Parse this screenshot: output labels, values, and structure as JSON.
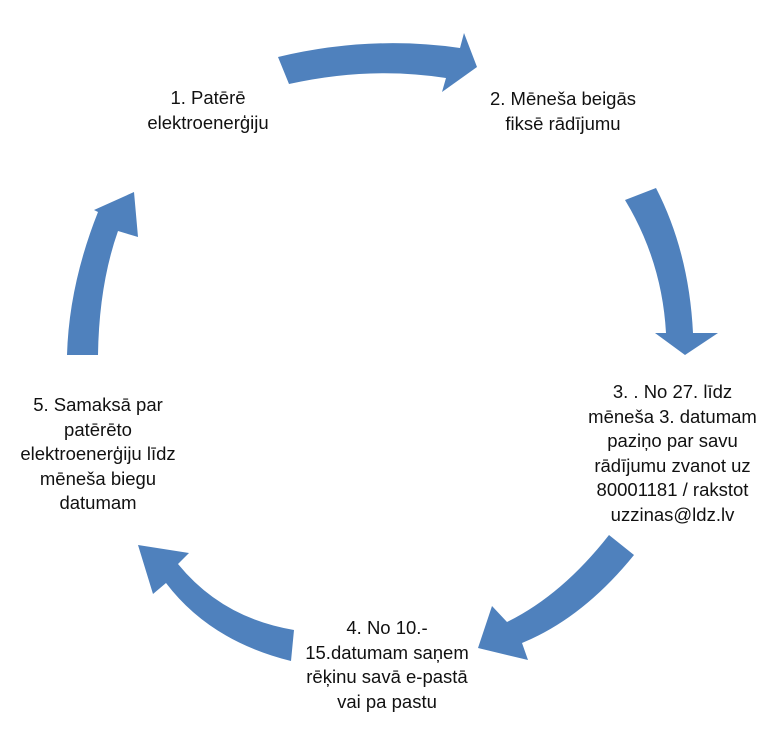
{
  "diagram": {
    "type": "cycle",
    "arrow_color": "#4f81bd",
    "text_color": "#111111",
    "steps": [
      {
        "label": "1. Patērē\nelektroenerģiju"
      },
      {
        "label": "2. Mēneša beigās\nfiksē rādījumu"
      },
      {
        "label": "3. . No 27. līdz\nmēneša 3. datumam\npaziņo par savu\nrādījumu zvanot uz\n80001181 / rakstot\nuzzinas@ldz.lv"
      },
      {
        "label": "4. No 10.-\n15.datumam saņem\nrēķinu savā e-pastā\nvai pa pastu"
      },
      {
        "label": "5. Samaksā par\npatērēto\nelektroenerģiju līdz\nmēneša biegu\ndatumam"
      }
    ]
  }
}
